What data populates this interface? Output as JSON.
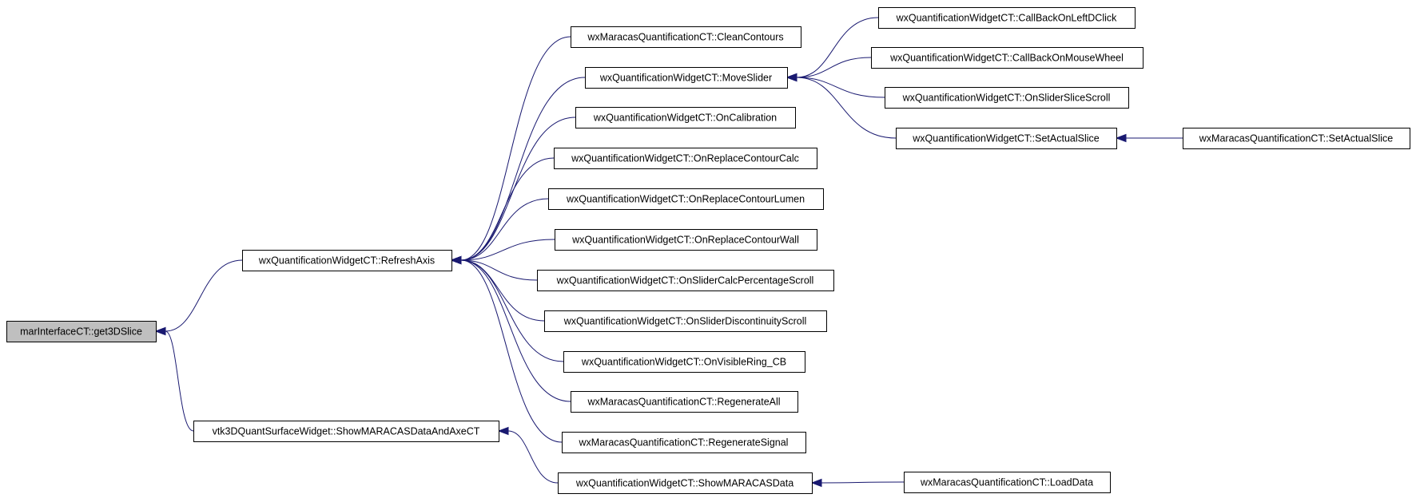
{
  "graph": {
    "nodes": [
      {
        "id": "get3DSlice",
        "label": "marInterfaceCT::get3DSlice",
        "root": true
      },
      {
        "id": "RefreshAxis",
        "label": "wxQuantificationWidgetCT::RefreshAxis"
      },
      {
        "id": "ShowMARACASDataAndAxeCT",
        "label": "vtk3DQuantSurfaceWidget::ShowMARACASDataAndAxeCT"
      },
      {
        "id": "CleanContours",
        "label": "wxMaracasQuantificationCT::CleanContours"
      },
      {
        "id": "MoveSlider",
        "label": "wxQuantificationWidgetCT::MoveSlider"
      },
      {
        "id": "OnCalibration",
        "label": "wxQuantificationWidgetCT::OnCalibration"
      },
      {
        "id": "OnReplaceContourCalc",
        "label": "wxQuantificationWidgetCT::OnReplaceContourCalc"
      },
      {
        "id": "OnReplaceContourLumen",
        "label": "wxQuantificationWidgetCT::OnReplaceContourLumen"
      },
      {
        "id": "OnReplaceContourWall",
        "label": "wxQuantificationWidgetCT::OnReplaceContourWall"
      },
      {
        "id": "OnSliderCalcPercentageScroll",
        "label": "wxQuantificationWidgetCT::OnSliderCalcPercentageScroll"
      },
      {
        "id": "OnSliderDiscontinuityScroll",
        "label": "wxQuantificationWidgetCT::OnSliderDiscontinuityScroll"
      },
      {
        "id": "OnVisibleRing_CB",
        "label": "wxQuantificationWidgetCT::OnVisibleRing_CB"
      },
      {
        "id": "RegenerateAll",
        "label": "wxMaracasQuantificationCT::RegenerateAll"
      },
      {
        "id": "RegenerateSignal",
        "label": "wxMaracasQuantificationCT::RegenerateSignal"
      },
      {
        "id": "ShowMARACASData",
        "label": "wxQuantificationWidgetCT::ShowMARACASData"
      },
      {
        "id": "CallBackOnLeftDClick",
        "label": "wxQuantificationWidgetCT::CallBackOnLeftDClick"
      },
      {
        "id": "CallBackOnMouseWheel",
        "label": "wxQuantificationWidgetCT::CallBackOnMouseWheel"
      },
      {
        "id": "OnSliderSliceScroll",
        "label": "wxQuantificationWidgetCT::OnSliderSliceScroll"
      },
      {
        "id": "SetActualSliceW",
        "label": "wxQuantificationWidgetCT::SetActualSlice"
      },
      {
        "id": "SetActualSliceM",
        "label": "wxMaracasQuantificationCT::SetActualSlice"
      },
      {
        "id": "LoadData",
        "label": "wxMaracasQuantificationCT::LoadData"
      }
    ],
    "edges": [
      {
        "from": "RefreshAxis",
        "to": "get3DSlice"
      },
      {
        "from": "ShowMARACASDataAndAxeCT",
        "to": "get3DSlice"
      },
      {
        "from": "CleanContours",
        "to": "RefreshAxis"
      },
      {
        "from": "MoveSlider",
        "to": "RefreshAxis"
      },
      {
        "from": "OnCalibration",
        "to": "RefreshAxis"
      },
      {
        "from": "OnReplaceContourCalc",
        "to": "RefreshAxis"
      },
      {
        "from": "OnReplaceContourLumen",
        "to": "RefreshAxis"
      },
      {
        "from": "OnReplaceContourWall",
        "to": "RefreshAxis"
      },
      {
        "from": "OnSliderCalcPercentageScroll",
        "to": "RefreshAxis"
      },
      {
        "from": "OnSliderDiscontinuityScroll",
        "to": "RefreshAxis"
      },
      {
        "from": "OnVisibleRing_CB",
        "to": "RefreshAxis"
      },
      {
        "from": "RegenerateAll",
        "to": "RefreshAxis"
      },
      {
        "from": "RegenerateSignal",
        "to": "RefreshAxis"
      },
      {
        "from": "ShowMARACASData",
        "to": "ShowMARACASDataAndAxeCT"
      },
      {
        "from": "CallBackOnLeftDClick",
        "to": "MoveSlider"
      },
      {
        "from": "CallBackOnMouseWheel",
        "to": "MoveSlider"
      },
      {
        "from": "OnSliderSliceScroll",
        "to": "MoveSlider"
      },
      {
        "from": "SetActualSliceW",
        "to": "MoveSlider"
      },
      {
        "from": "SetActualSliceM",
        "to": "SetActualSliceW"
      },
      {
        "from": "LoadData",
        "to": "ShowMARACASData"
      }
    ]
  }
}
